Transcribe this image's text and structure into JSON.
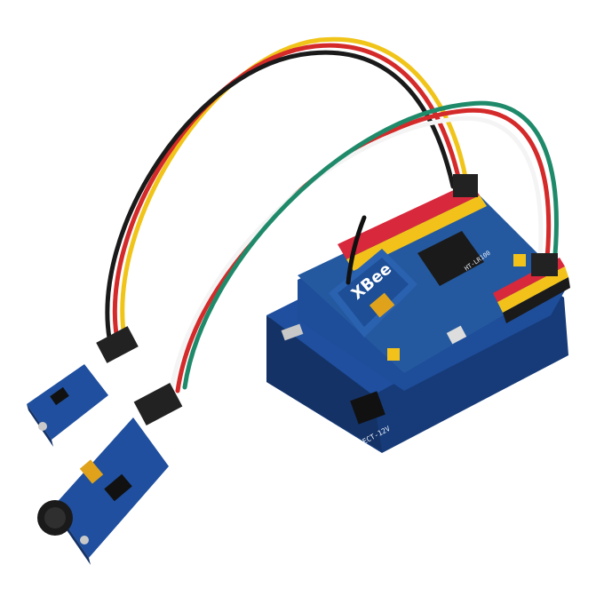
{
  "image": {
    "description_visible_text": {
      "xbee_logo": "XBee",
      "board_label": "ECT-12V",
      "module_label": "HT-LR100"
    },
    "colors": {
      "background": "#ffffff",
      "pcb_blue": "#1f4f9e",
      "pcb_blue_dark": "#163b78",
      "header_red": "#d8283c",
      "header_yellow": "#f2c21a",
      "wire_yellow": "#f0c419",
      "wire_red": "#d42a2a",
      "wire_black": "#1a1a1a",
      "wire_white": "#f4f4f4",
      "wire_green": "#1f8a6a",
      "connector_black": "#222222"
    }
  }
}
